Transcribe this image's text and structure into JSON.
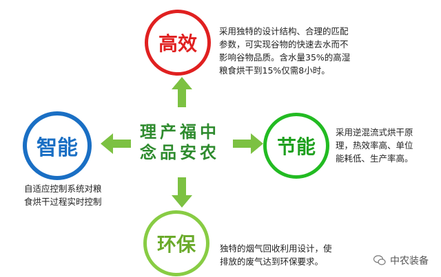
{
  "center": {
    "line1": "理产福中",
    "line2": "念品安农"
  },
  "nodes": {
    "top": {
      "label": "高效",
      "color": "#e02020",
      "desc_lines": [
        "采用独特的设计结构、合理的匹配",
        "参数，可实现谷物的快速去水而不",
        "影响谷物品质。含水量35%的高湿",
        "粮食烘干到15%仅需8小时。"
      ]
    },
    "right": {
      "label": "节能",
      "color": "#22bb22",
      "desc_lines": [
        "采用逆混流式烘干原",
        "理，热效率高、单位",
        "能耗低、生产率高。"
      ]
    },
    "left": {
      "label": "智能",
      "color": "#1a6fc4",
      "desc_lines": [
        "自适应控制系统对粮",
        "食烘干过程实时控制"
      ]
    },
    "bottom": {
      "label": "环保",
      "color": "#88cc44",
      "desc_lines": [
        "独特的烟气回收利用设计，使",
        "排放的废气达到环保要求。"
      ]
    }
  },
  "arrow_color": "#7cc142",
  "watermark": {
    "icon": "wechat-icon",
    "text": "中农装备"
  }
}
